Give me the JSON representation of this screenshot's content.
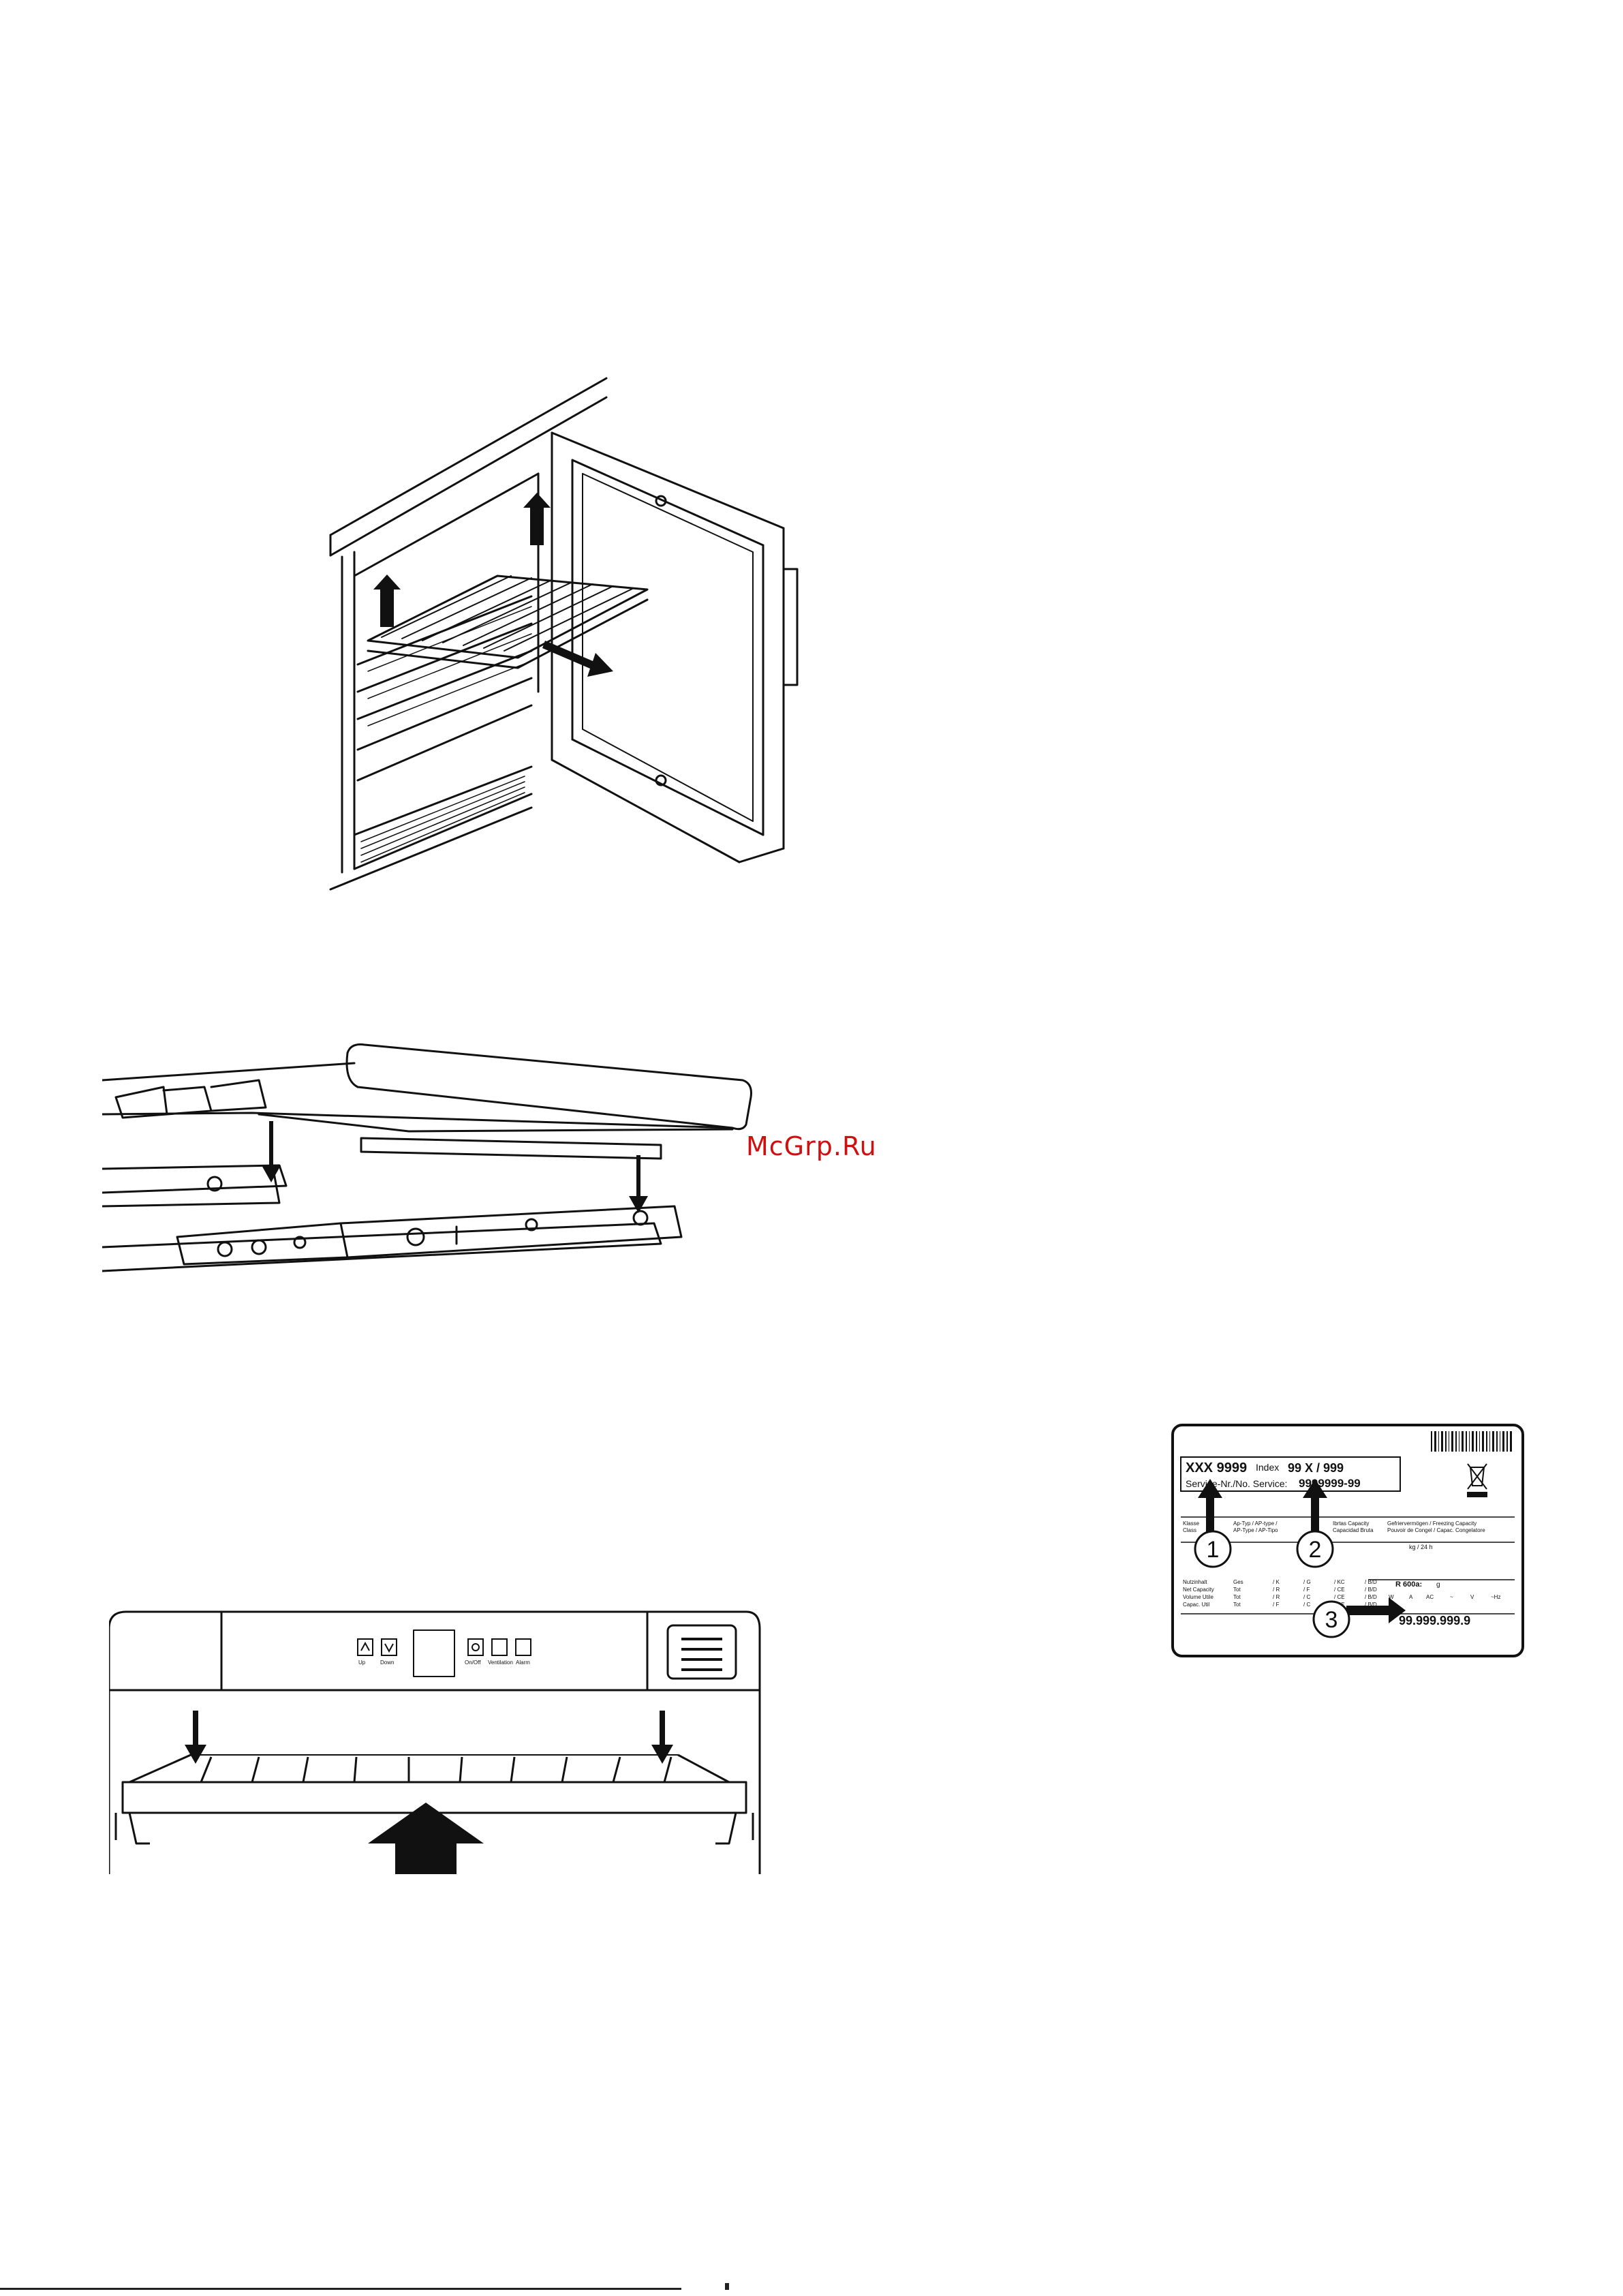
{
  "watermark": "McGrp.Ru",
  "control_panel": {
    "buttons": [
      "Up",
      "Down",
      "On/Off",
      "Ventilation",
      "Alarm"
    ]
  },
  "rating_plate": {
    "model": "XXX 9999",
    "index_label": "Index",
    "index_value": "99 X / 999",
    "service_label": "Service-Nr./No. Service:",
    "service_value": "9999999-99",
    "marker_1": "1",
    "marker_2": "2",
    "marker_3": "3",
    "row_label_1": "Klasse",
    "row_label_2": "Class",
    "ap_type_1": "Ap-Typ / AP-type /",
    "ap_type_2": "AP-Type / AP-Tipo",
    "capacity_1": "Gefriervermögen / Freezing Capacity",
    "capacity_2": "Pouvoir de Congel / Capac. Congelatore",
    "capacity_left_1": "Ibrtas Capacity",
    "capacity_left_2": "Capacidad Bruta",
    "kg24": "kg / 24 h",
    "vol_rows": [
      [
        "Nutzinhalt",
        "Ges",
        "/ K",
        "/ G",
        "/ KC",
        "/ B/D"
      ],
      [
        "Net Capacity",
        "Tot",
        "/ R",
        "/ F",
        "/ CE",
        "/ B/D"
      ],
      [
        "Volume Utile",
        "Tot",
        "/ R",
        "/ C",
        "/ CE",
        "/ B/D"
      ],
      [
        "Capac. Util",
        "Tot",
        "/ F",
        "/ C",
        "/ CE",
        "/ B/D"
      ]
    ],
    "refrigerant": "R 600a:",
    "refrigerant_unit": "g",
    "elec_row": [
      "W",
      "A",
      "AC",
      "~",
      "V",
      "~Hz"
    ],
    "serial": "99.999.999.9"
  },
  "icons": [
    "arrow-up-icon",
    "arrow-down-icon",
    "arrow-right-icon",
    "crossed-bin-icon",
    "barcode-icon"
  ]
}
